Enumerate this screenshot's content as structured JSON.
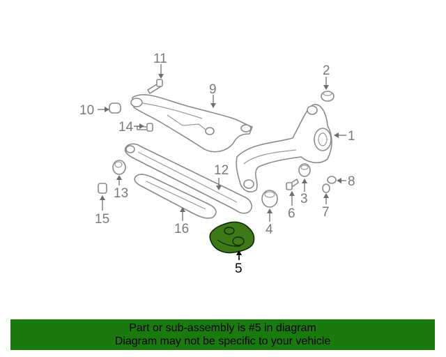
{
  "diagram": {
    "highlight_color": "#3d7a17",
    "callouts": [
      {
        "id": "1",
        "label": "1"
      },
      {
        "id": "2",
        "label": "2"
      },
      {
        "id": "3",
        "label": "3"
      },
      {
        "id": "4",
        "label": "4"
      },
      {
        "id": "5",
        "label": "5",
        "highlighted": true
      },
      {
        "id": "6",
        "label": "6"
      },
      {
        "id": "7",
        "label": "7"
      },
      {
        "id": "8",
        "label": "8"
      },
      {
        "id": "9",
        "label": "9"
      },
      {
        "id": "10",
        "label": "10"
      },
      {
        "id": "11",
        "label": "11"
      },
      {
        "id": "12",
        "label": "12"
      },
      {
        "id": "13",
        "label": "13"
      },
      {
        "id": "14",
        "label": "14"
      },
      {
        "id": "15",
        "label": "15"
      },
      {
        "id": "16",
        "label": "16"
      }
    ]
  },
  "banner": {
    "background": "#1a7a0e",
    "line1": "Part or sub-assembly is #5 in diagram",
    "line2": "Diagram may not be specific to your vehicle"
  }
}
